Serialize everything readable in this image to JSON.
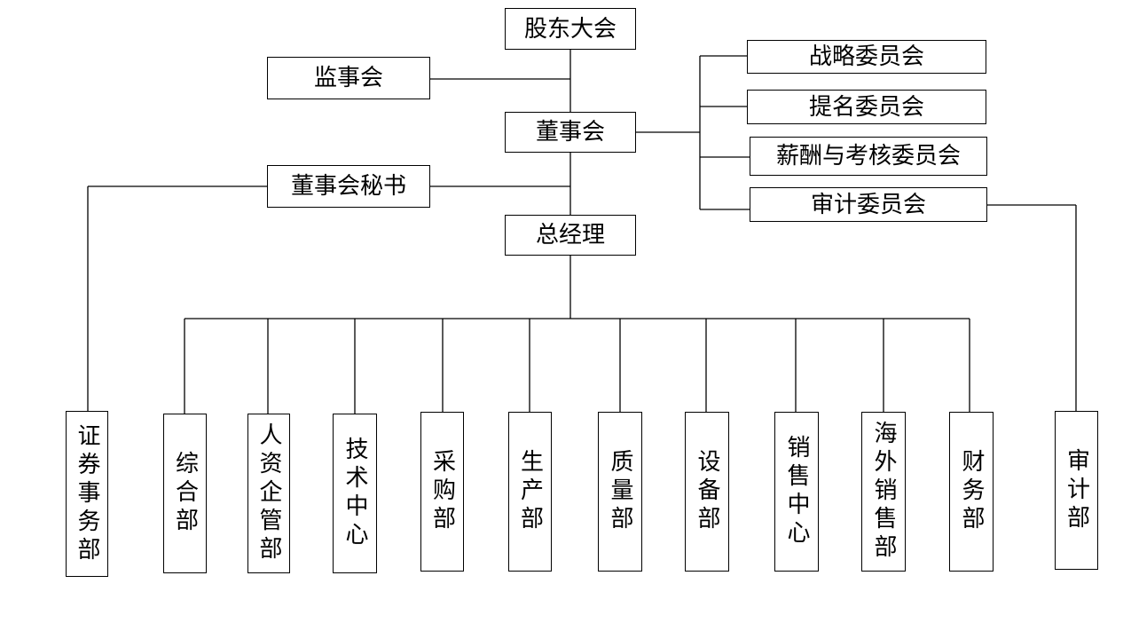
{
  "top_nodes": {
    "shareholders": "股东大会",
    "supervisors": "监事会",
    "board": "董事会",
    "board_secretary": "董事会秘书",
    "general_manager": "总经理"
  },
  "committees": {
    "strategy": "战略委员会",
    "nomination": "提名委员会",
    "compensation": "薪酬与考核委员会",
    "audit": "审计委员会"
  },
  "departments": {
    "securities": "证券事务部",
    "general": "综合部",
    "hr": "人资企管部",
    "tech": "技术中心",
    "purchasing": "采购部",
    "production": "生产部",
    "quality": "质量部",
    "equipment": "设备部",
    "sales": "销售中心",
    "overseas_sales": "海外销售部",
    "finance": "财务部",
    "audit": "审计部"
  }
}
